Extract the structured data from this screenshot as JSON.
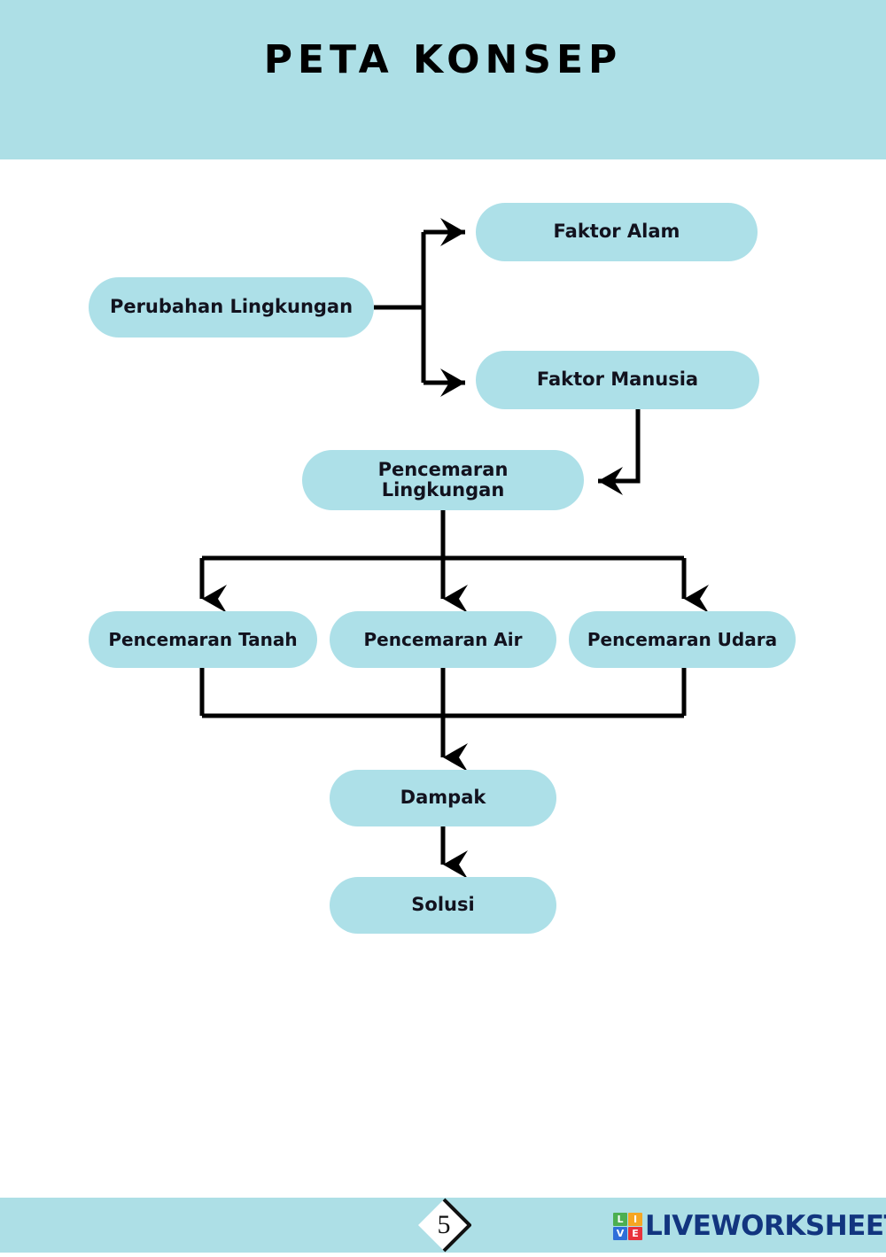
{
  "header": {
    "title": "PETA KONSEP",
    "band_color": "#addfe6"
  },
  "theme": {
    "node_fill": "#ade0e8",
    "node_text": "#12121e",
    "connector": "#000000",
    "page_background": "#ffffff"
  },
  "diagram": {
    "type": "flowchart",
    "nodes": [
      {
        "id": "perubahan",
        "label": "Perubahan Lingkungan"
      },
      {
        "id": "faktor_alam",
        "label": "Faktor Alam"
      },
      {
        "id": "faktor_man",
        "label": "Faktor Manusia"
      },
      {
        "id": "pencemaran",
        "label": "Pencemaran Lingkungan"
      },
      {
        "id": "tanah",
        "label": "Pencemaran Tanah"
      },
      {
        "id": "air",
        "label": "Pencemaran Air"
      },
      {
        "id": "udara",
        "label": "Pencemaran Udara"
      },
      {
        "id": "dampak",
        "label": "Dampak"
      },
      {
        "id": "solusi",
        "label": "Solusi"
      }
    ],
    "edges": [
      {
        "from": "perubahan",
        "to": "faktor_alam"
      },
      {
        "from": "perubahan",
        "to": "faktor_man"
      },
      {
        "from": "faktor_man",
        "to": "pencemaran"
      },
      {
        "from": "pencemaran",
        "to": "tanah"
      },
      {
        "from": "pencemaran",
        "to": "air"
      },
      {
        "from": "pencemaran",
        "to": "udara"
      },
      {
        "from": "tanah",
        "to": "dampak"
      },
      {
        "from": "air",
        "to": "dampak"
      },
      {
        "from": "udara",
        "to": "dampak"
      },
      {
        "from": "dampak",
        "to": "solusi"
      }
    ]
  },
  "footer": {
    "page_number": "5",
    "band_color": "#addfe6",
    "logo": {
      "wordmark": "LIVEWORKSHEETS",
      "wordmark_color": "#12357f",
      "tiles": [
        {
          "letter": "L",
          "color": "#4caf50"
        },
        {
          "letter": "I",
          "color": "#f5a623"
        },
        {
          "letter": "V",
          "color": "#2e6fd9"
        },
        {
          "letter": "E",
          "color": "#e8323c"
        }
      ]
    }
  }
}
